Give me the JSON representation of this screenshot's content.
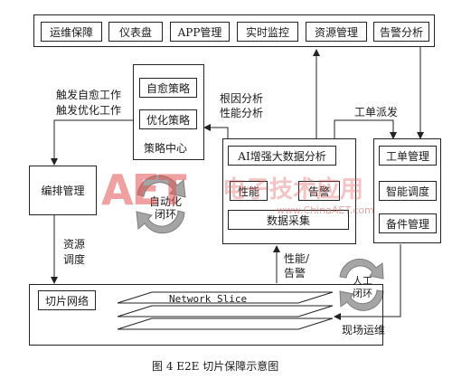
{
  "top_apps": [
    "运维保障",
    "仪表盘",
    "APP管理",
    "实时监控",
    "资源管理",
    "告警分析"
  ],
  "strategy": {
    "items": [
      "自愈策略",
      "优化策略"
    ],
    "center": "策略中心"
  },
  "trigger_label_1": "触发自愈工作",
  "trigger_label_2": "触发优化工作",
  "root_cause_label_1": "根因分析",
  "root_cause_label_2": "性能分析",
  "work_order_dispatch_label": "工单派发",
  "ai": {
    "title": "AI增强大数据分析",
    "performance": "性能",
    "alarm": "告警",
    "data_collection": "数据采集"
  },
  "orchestration": "编排管理",
  "auto_loop_label": "自动化\n闭环",
  "work_order": {
    "items": [
      "工单管理",
      "智能调度",
      "备件管理"
    ]
  },
  "resource_scheduling_label": "资源\n调度",
  "perf_alarm_label": "性能/\n告警",
  "manual_loop_label": "人工\n闭环",
  "field_ops_label": "现场运维",
  "slice": {
    "network_label": "切片网络",
    "layer_label": "Network Slice"
  },
  "caption": "图 4   E2E 切片保障示意图",
  "watermark": {
    "logo": "AET",
    "text": "电子技术应用",
    "url": "www.ChinaAET.com"
  }
}
